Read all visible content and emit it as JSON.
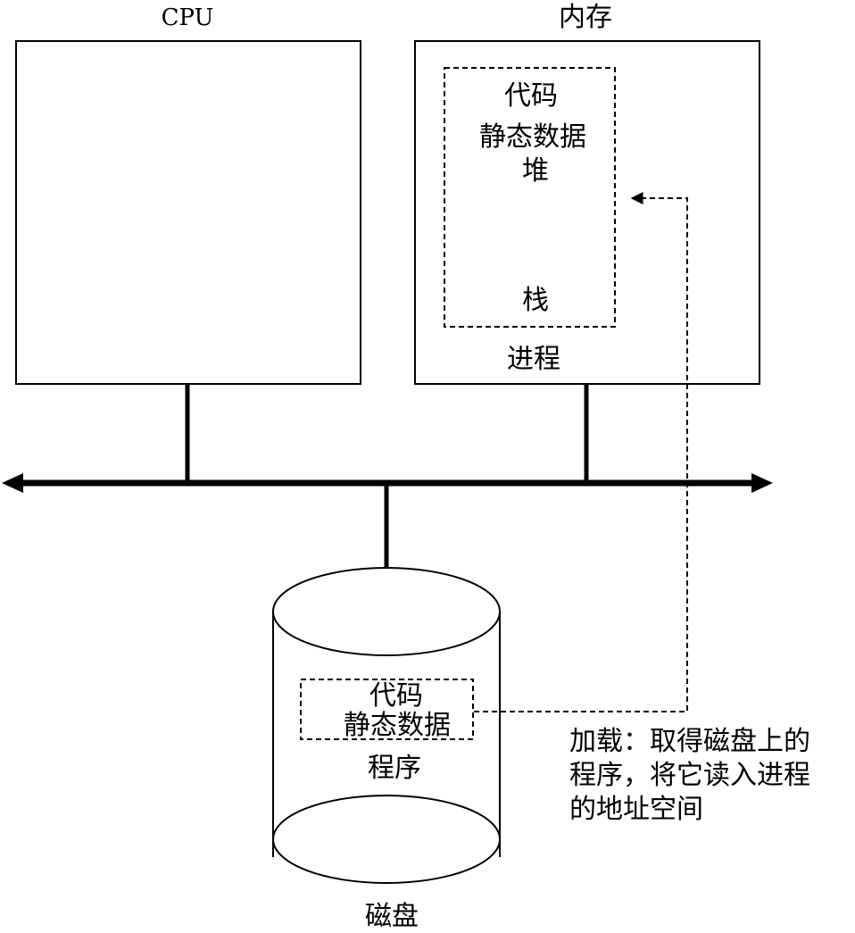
{
  "cpu": {
    "label": "CPU"
  },
  "memory": {
    "label": "内存",
    "process_label": "进程",
    "segments": [
      "代码",
      "静态数据",
      "堆",
      "栈"
    ]
  },
  "disk": {
    "label": "磁盘",
    "program_label": "程序",
    "segments": [
      "代码",
      "静态数据"
    ]
  },
  "annotation": {
    "lines": [
      "加载：取得磁盘上的",
      "程序，将它读入进程",
      "的地址空间"
    ]
  },
  "colors": {
    "stroke": "#000000",
    "background": "#ffffff"
  }
}
